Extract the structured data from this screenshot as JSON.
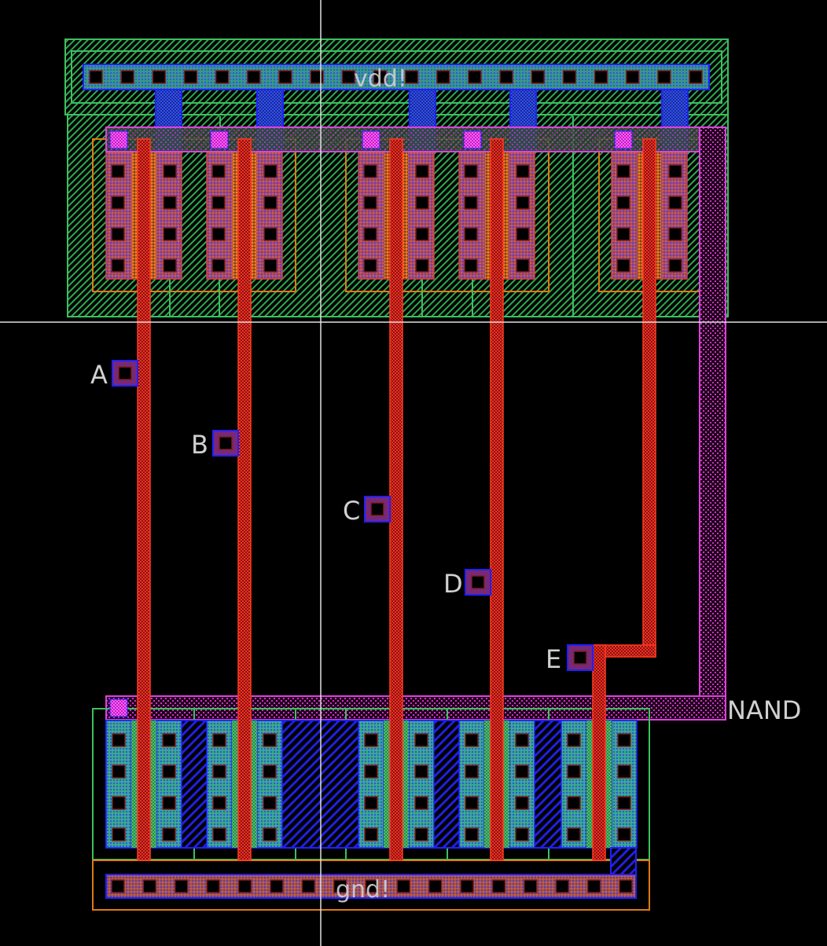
{
  "canvas": {
    "cell_name": "NAND",
    "description": "5-input NAND standard cell layout",
    "crosshair": true
  },
  "layers": {
    "nwell": {
      "name": "nwell",
      "color": "#2fa84f"
    },
    "metal1": {
      "name": "metal1",
      "color": "#2020ff"
    },
    "metal2": {
      "name": "metal2",
      "color": "#e040e0"
    },
    "poly": {
      "name": "poly",
      "color": "#e82a1a"
    },
    "pdiff": {
      "name": "pdiff",
      "color": "#a04080"
    },
    "ndiff": {
      "name": "ndiff",
      "color": "#3a90a0"
    },
    "select": {
      "name": "select",
      "color": "#e07a10"
    },
    "contact": {
      "name": "contact",
      "color": "#000000"
    }
  },
  "labels": {
    "vdd": "vdd!",
    "gnd": "gnd!",
    "output": "NAND",
    "inputs": [
      "A",
      "B",
      "C",
      "D",
      "E"
    ]
  },
  "pmos": {
    "count": 5,
    "contacts_per_column": 4
  },
  "nmos": {
    "count": 5,
    "contacts_per_column": 4
  },
  "rails": {
    "vdd_via_count": 20,
    "gnd_via_count": 17
  }
}
